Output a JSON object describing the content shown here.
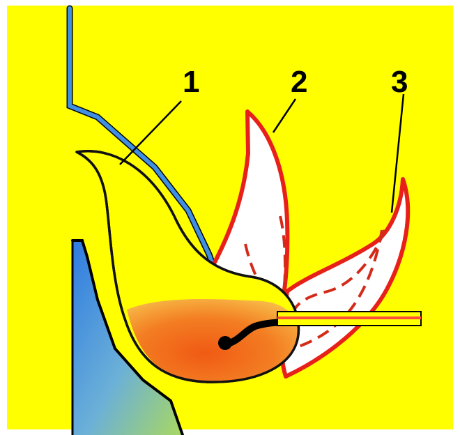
{
  "labels": {
    "one": "1",
    "two": "2",
    "three": "3"
  },
  "colors": {
    "background": "#ffff00",
    "border": "#ffffff",
    "blue_wall": "#4a90e2",
    "wall_edge": "#1a1a1a",
    "red_outline": "#e8201a",
    "dashed_red": "#d42a1a",
    "flame_fill": "#ffffff",
    "fire_orange": "#f26a1b",
    "fire_yellow": "#f7b83a",
    "green": "#8fcf7a",
    "black": "#000000"
  },
  "icons": {
    "label_lines": "leader-line"
  }
}
